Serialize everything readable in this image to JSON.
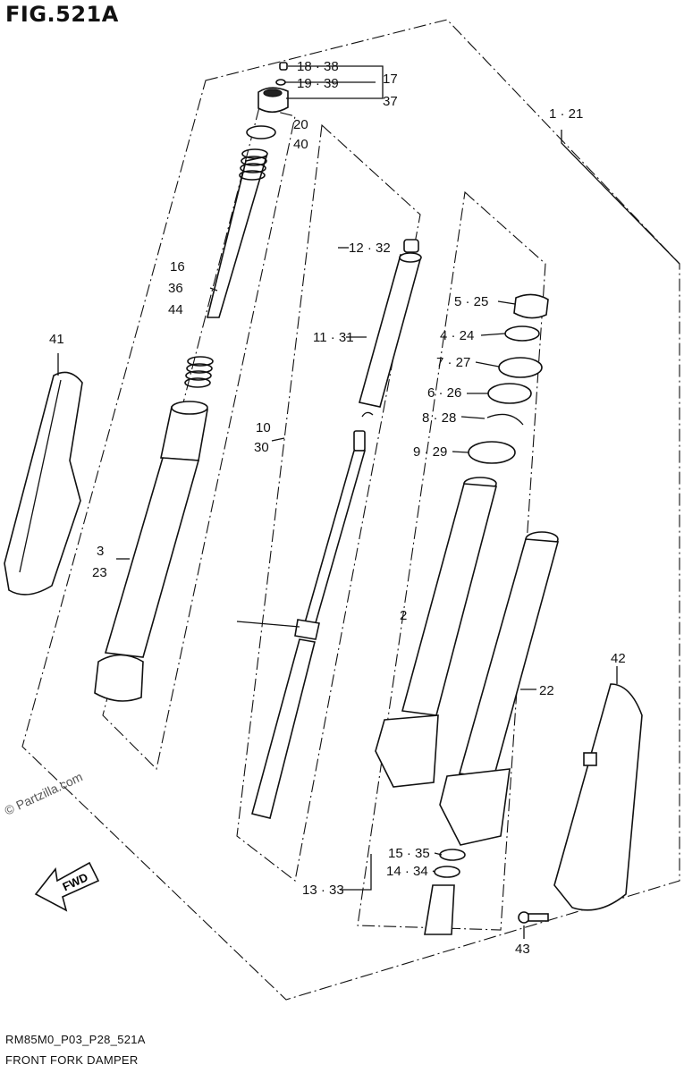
{
  "figure": {
    "title": "FIG.521A",
    "code": "RM85M0_P03_P28_521A",
    "name": "FRONT FORK DAMPER",
    "watermark": "© Partzilla.com",
    "fwd_label": "FWD"
  },
  "callouts": {
    "c18_38": "18 · 38",
    "c19_39": "19 · 39",
    "c17": "17",
    "c37": "37",
    "c20": "20",
    "c40": "40",
    "c1_21": "1 · 21",
    "c12_32": "12 · 32",
    "c16": "16",
    "c36": "36",
    "c44": "44",
    "c41": "41",
    "c5_25": "5 · 25",
    "c4_24": "4 · 24",
    "c7_27": "7 · 27",
    "c6_26": "6 · 26",
    "c8_28": "8 · 28",
    "c9_29": "9 · 29",
    "c11_31": "11 · 31",
    "c10": "10",
    "c30": "30",
    "c3": "3",
    "c23": "23",
    "c2": "2",
    "c22": "22",
    "c42": "42",
    "c15_35": "15 · 35",
    "c14_34": "14 · 34",
    "c13_33": "13 · 33",
    "c43": "43"
  }
}
